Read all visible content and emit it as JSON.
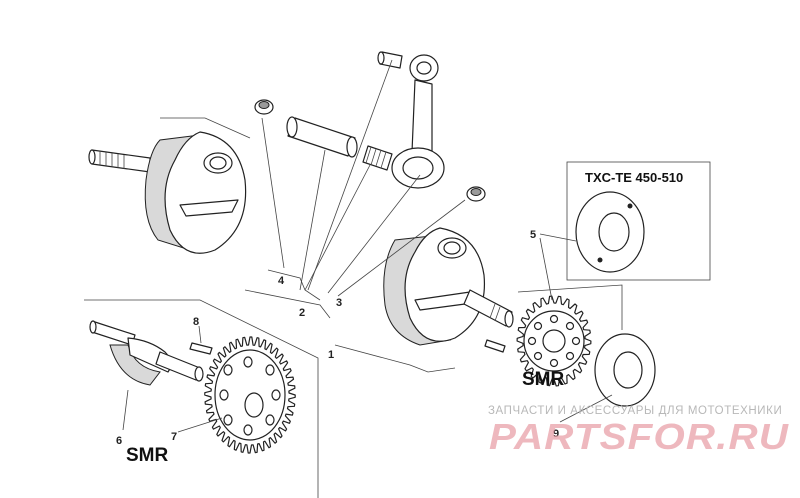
{
  "diagram": {
    "callouts": [
      {
        "id": "1",
        "label": "1"
      },
      {
        "id": "2",
        "label": "2"
      },
      {
        "id": "3",
        "label": "3"
      },
      {
        "id": "4",
        "label": "4"
      },
      {
        "id": "5",
        "label": "5"
      },
      {
        "id": "6",
        "label": "6"
      },
      {
        "id": "7",
        "label": "7"
      },
      {
        "id": "8",
        "label": "8"
      },
      {
        "id": "9",
        "label": "9"
      }
    ],
    "variant_box_label": "TXC-TE 450-510",
    "smr_label_left": "SMR",
    "smr_label_right": "SMR"
  },
  "watermark": {
    "caption": "ЗАПЧАСТИ И АКСЕССУАРЫ ДЛЯ МОТОТЕХНИКИ",
    "logo_text": "PARTSFOR.RU",
    "color": "#e8a0a8"
  }
}
